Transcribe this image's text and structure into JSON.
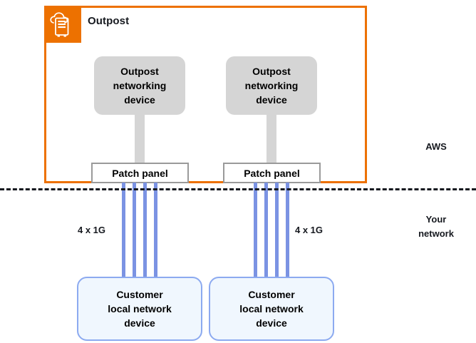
{
  "diagram": {
    "title": "AWS Outpost network connectivity diagram",
    "colors": {
      "outpost_orange": "#ED7100",
      "device_gray": "#d5d5d5",
      "panel_border_gray": "#9a9a9a",
      "cable_blue": "#7b93e3",
      "customer_fill": "#f0f7fe",
      "customer_border": "#8caaf0",
      "text_dark": "#16191f"
    }
  },
  "outpost": {
    "title": "Outpost",
    "icon": "outpost-rack-icon",
    "networking_devices": [
      {
        "label": "Outpost\nnetworking\ndevice"
      },
      {
        "label": "Outpost\nnetworking\ndevice"
      }
    ],
    "patch_panels": [
      {
        "label": "Patch panel"
      },
      {
        "label": "Patch panel"
      }
    ]
  },
  "customer": {
    "devices": [
      {
        "label": "Customer\nlocal network\ndevice"
      },
      {
        "label": "Customer\nlocal network\ndevice"
      }
    ],
    "links": [
      {
        "label": "4 x 1G",
        "cable_count": 4
      },
      {
        "label": "4 x 1G",
        "cable_count": 4
      }
    ]
  },
  "zones": {
    "aws": "AWS",
    "your_network": "Your\nnetwork"
  },
  "cables": {
    "left_group_x": [
      171,
      186,
      201,
      216
    ],
    "right_group_x": [
      356,
      371,
      386,
      401
    ]
  }
}
